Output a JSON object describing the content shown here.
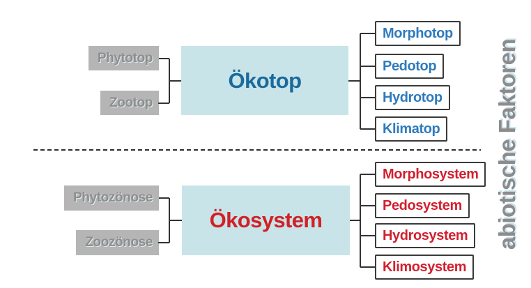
{
  "sections": [
    {
      "id": "oekotop",
      "inputs": [
        "Phytotop",
        "Zootop"
      ],
      "center": "Ökotop",
      "outputs": [
        "Morphotop",
        "Pedotop",
        "Hydrotop",
        "Klimatop"
      ],
      "center_text_color": "#1b6a9c",
      "output_text_color": "#2f7bbd"
    },
    {
      "id": "oekosystem",
      "inputs": [
        "Phytozönose",
        "Zoozönose"
      ],
      "center": "Ökosystem",
      "outputs": [
        "Morphosystem",
        "Pedosystem",
        "Hydrosystem",
        "Klimosystem"
      ],
      "center_text_color": "#cf2127",
      "output_text_color": "#d2202f"
    }
  ],
  "side_label": "abiotische Faktoren",
  "colors": {
    "center_box_fill": "#c8e4e9",
    "input_box_fill": "#b5b5b5",
    "input_text": "#8e8e8e",
    "output_border": "#3a3a3a",
    "connector_line": "#333333",
    "divider_line": "#2e2e2e",
    "side_label_text": "#8c8c8c"
  }
}
